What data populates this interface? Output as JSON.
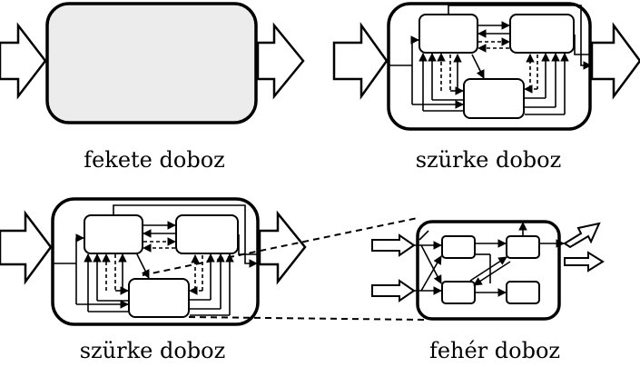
{
  "labels": {
    "black_box": "fekete doboz",
    "grey_box_top": "szürke doboz",
    "grey_box_bottom": "szürke doboz",
    "white_box": "fehér doboz"
  },
  "colors": {
    "stroke": "#000000",
    "black_box_fill": "#ececec",
    "background": "#ffffff"
  }
}
